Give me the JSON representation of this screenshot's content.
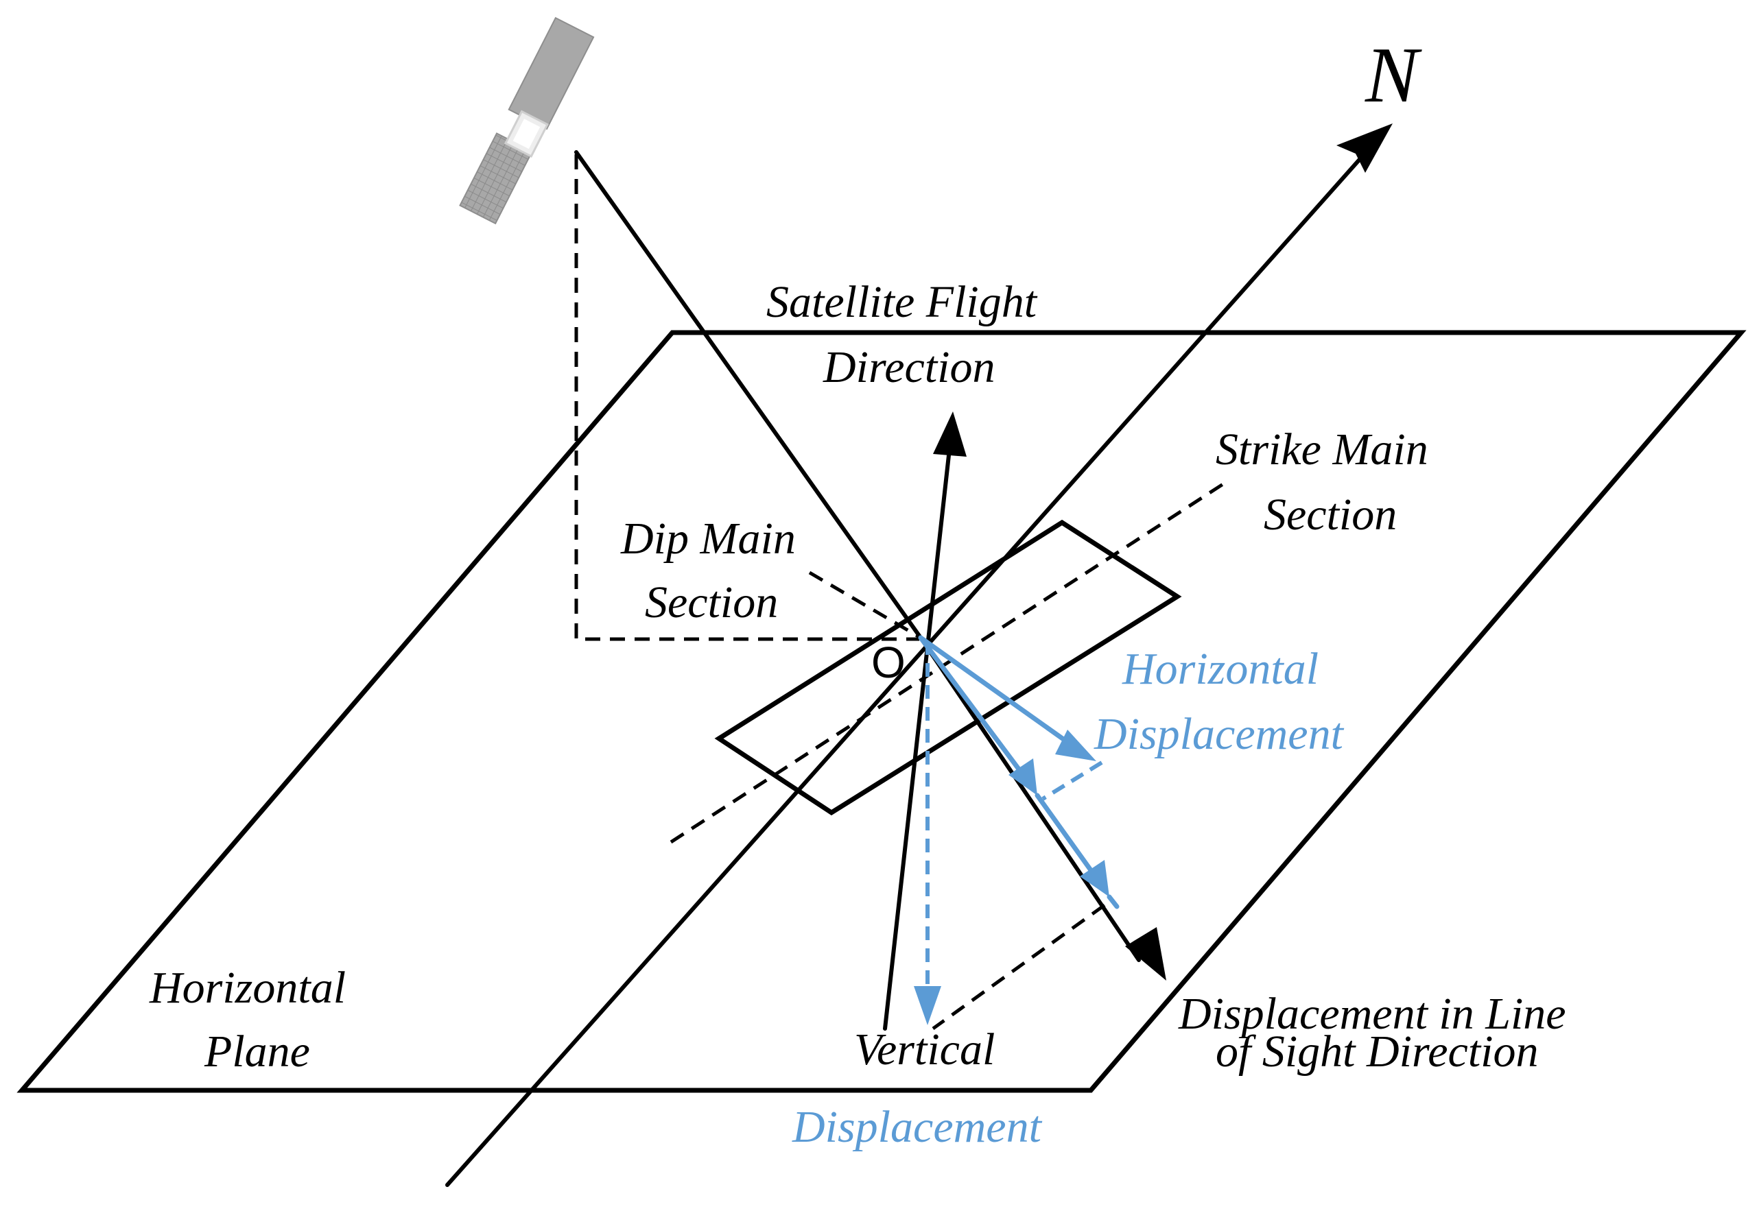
{
  "labels": {
    "north": "N",
    "flight_1": "Satellite Flight",
    "flight_2": "Direction",
    "strike_1": "Strike Main",
    "strike_2": "Section",
    "dip_1": "Dip Main",
    "dip_2": "Section",
    "origin": "O",
    "hdisp_1": "Horizontal",
    "hdisp_2": "Displacement",
    "plane_1": "Horizontal",
    "plane_2": "Plane",
    "vdisp_1": "Vertical",
    "vdisp_2": "Displacement",
    "los_1": "Displacement in Line",
    "los_2": "of Sight Direction"
  },
  "colors": {
    "line": "#000000",
    "displacement": "#5b9bd5",
    "satellite": "#9a9a9a",
    "background": "#ffffff"
  },
  "icons": {
    "satellite": "satellite-icon"
  }
}
